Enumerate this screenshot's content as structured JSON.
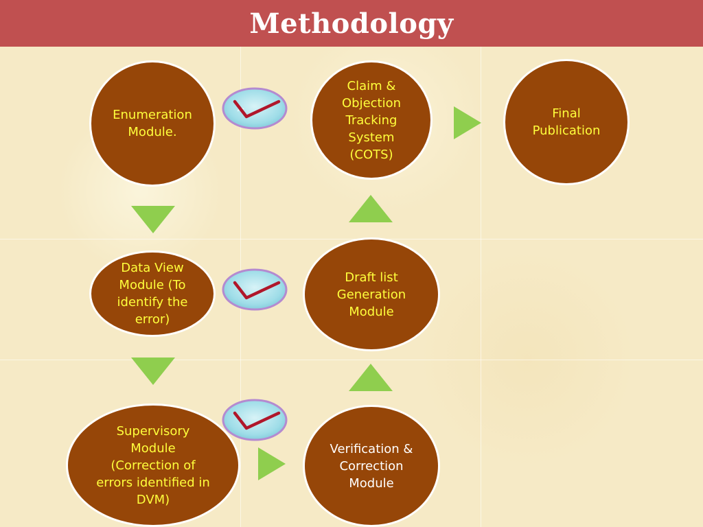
{
  "header": {
    "title": "Methodology"
  },
  "nodes": {
    "enumeration": "Enumeration\nModule.",
    "claim": "Claim &\nObjection\nTracking\nSystem\n(COTS)",
    "final": "Final\nPublication",
    "data_view": "Data View\nModule (To\nidentify the\nerror)",
    "draft": "Draft list\nGeneration\nModule",
    "supervisory": "Supervisory\nModule\n(Correction of\nerrors identified in\nDVM)",
    "verification": "Verification &\nCorrection\nModule"
  },
  "icons": [
    "check-mark-icon",
    "arrow-down-icon",
    "arrow-up-icon",
    "arrow-right-icon"
  ],
  "colors": {
    "header": "#c05050",
    "node_fill": "#964608",
    "node_text": "#ffff3c",
    "node_text_alt": "#ffffff",
    "arrow": "#8fce4e",
    "check_oval": "#9fdde8",
    "check_mark": "#b0162a"
  }
}
